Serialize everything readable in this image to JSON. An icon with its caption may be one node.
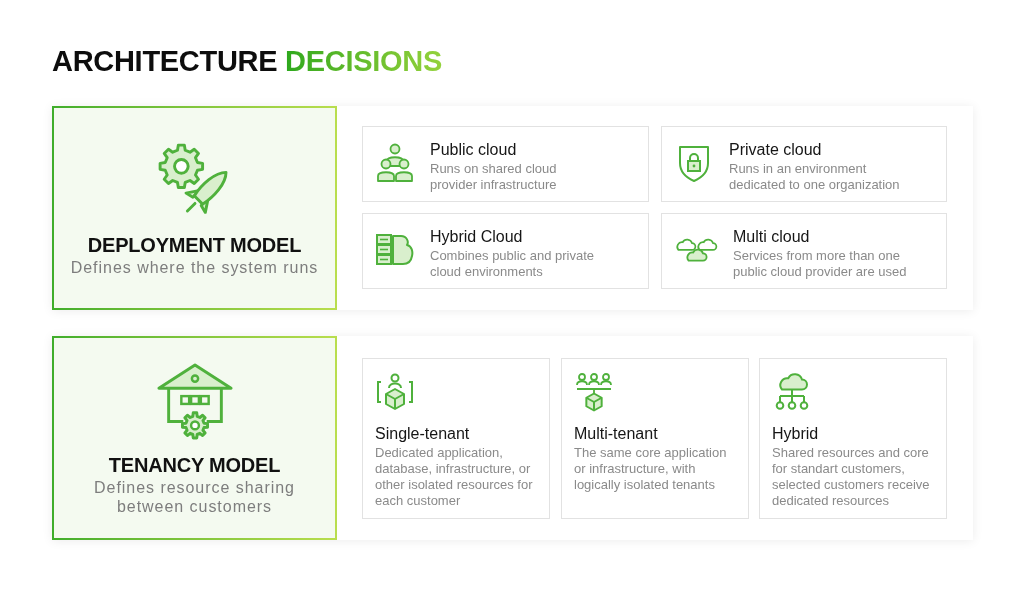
{
  "diagram": {
    "title": "ARCHITECTURE DECISIONS",
    "nodes": [
      {
        "text": [
          "DEPLOYMENT MODEL",
          "Defines where the system runs"
        ]
      },
      {
        "text": [
          "Public cloud",
          "Runs on shared cloud provider infrastructure"
        ]
      },
      {
        "text": [
          "Private cloud",
          "Runs in an environment dedicated to one organization"
        ]
      },
      {
        "text": [
          "Hybrid Cloud",
          "Combines public and private cloud environments"
        ]
      },
      {
        "text": [
          "Multi cloud",
          "Services from more than one public cloud provider are used"
        ]
      },
      {
        "text": [
          "TENANCY MODEL",
          "Defines resource sharing between customers"
        ]
      },
      {
        "text": [
          "Single-tenant",
          "Dedicated application, database, infrastructure, or other isolated resources for each customer"
        ]
      },
      {
        "text": [
          "Multi-tenant",
          "The same core application or infrastructure, with logically isolated tenants"
        ]
      },
      {
        "text": [
          "Hybrid",
          "Shared resources and core for standart customers, selected customers receive dedicated resources"
        ]
      }
    ]
  }
}
